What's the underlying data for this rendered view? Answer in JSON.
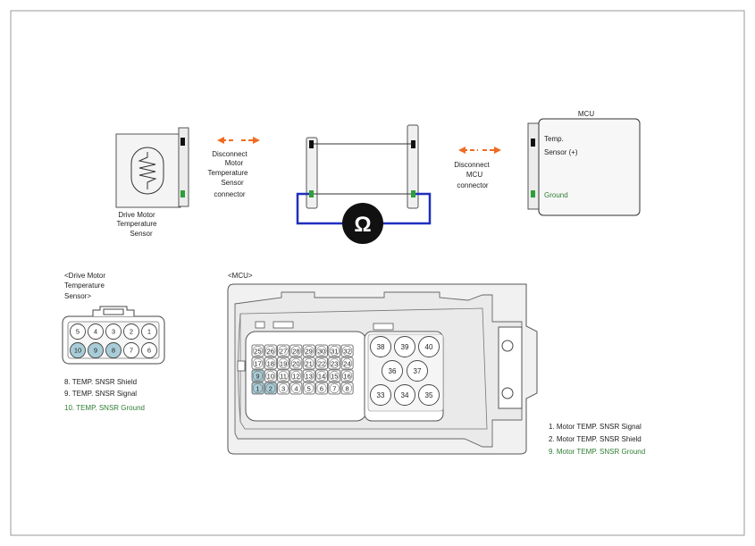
{
  "top": {
    "sensor_label_lines": [
      "Drive Motor",
      "Temperature",
      "Sensor"
    ],
    "disconnect_sensor_lines": [
      "Disconnect",
      "Motor",
      "Temperature",
      "Sensor",
      "connector"
    ],
    "disconnect_mcu_lines": [
      "Disconnect",
      "MCU",
      "connector"
    ],
    "mcu_title": "MCU",
    "mcu_pin_label_lines": [
      "Temp.",
      "Sensor (+)"
    ],
    "mcu_ground_label": "Ground",
    "meter_symbol": "Ω",
    "colors": {
      "arrow": "#f26a21",
      "wire": "#1f2fbf",
      "ground_pin": "#2e9e3a",
      "signal_pin": "#111111"
    }
  },
  "sensor_connector": {
    "title_lines": [
      "<Drive Motor",
      "Temperature",
      "Sensor>"
    ],
    "top_row": [
      "5",
      "4",
      "3",
      "2",
      "1"
    ],
    "bottom_row": [
      "10",
      "9",
      "8",
      "7",
      "6"
    ],
    "highlighted": [
      "10",
      "9",
      "8"
    ],
    "legend": [
      {
        "text": "8. TEMP. SNSR Shield",
        "color": "#222222"
      },
      {
        "text": "9. TEMP. SNSR Signal",
        "color": "#222222"
      },
      {
        "text": "10. TEMP. SNSR Ground",
        "color": "#2e7d32"
      }
    ]
  },
  "mcu_connector": {
    "title": "<MCU>",
    "small_rows": [
      [
        "25",
        "26",
        "27",
        "28",
        "29",
        "30",
        "31",
        "32"
      ],
      [
        "17",
        "18",
        "19",
        "20",
        "21",
        "22",
        "23",
        "24"
      ],
      [
        "9",
        "10",
        "11",
        "12",
        "13",
        "14",
        "15",
        "16"
      ],
      [
        "1",
        "2",
        "3",
        "4",
        "5",
        "6",
        "7",
        "8"
      ]
    ],
    "highlighted": [
      "1",
      "2",
      "9"
    ],
    "big_pins_top": [
      "38",
      "39",
      "40"
    ],
    "big_pins_mid": [
      "36",
      "37"
    ],
    "big_pins_bot": [
      "33",
      "34",
      "35"
    ],
    "legend": [
      {
        "text": "1. Motor TEMP. SNSR Signal",
        "color": "#222222"
      },
      {
        "text": "2. Motor TEMP. SNSR Shield",
        "color": "#222222"
      },
      {
        "text": "9. Motor TEMP. SNSR Ground",
        "color": "#2e7d32"
      }
    ]
  }
}
